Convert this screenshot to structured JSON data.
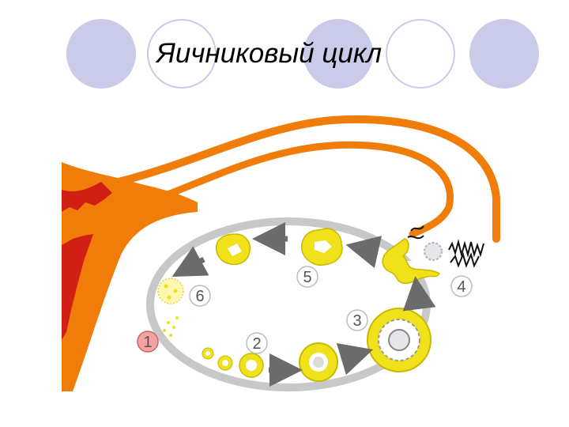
{
  "title": "Яичниковый цикл",
  "colors": {
    "header_circle": "#c9cbe8",
    "tube": "#f07c0a",
    "uterus_lining": "#d21f14",
    "ovary_ring": "#c8c8c8",
    "follicle": "#f1e11a",
    "arrow": "#6b6b6b",
    "stage1_fill": "#f3a3a3",
    "label_circle": "#ffffff"
  },
  "stages": [
    {
      "label": "1"
    },
    {
      "label": "2"
    },
    {
      "label": "3"
    },
    {
      "label": "4"
    },
    {
      "label": "5"
    },
    {
      "label": "6"
    }
  ]
}
